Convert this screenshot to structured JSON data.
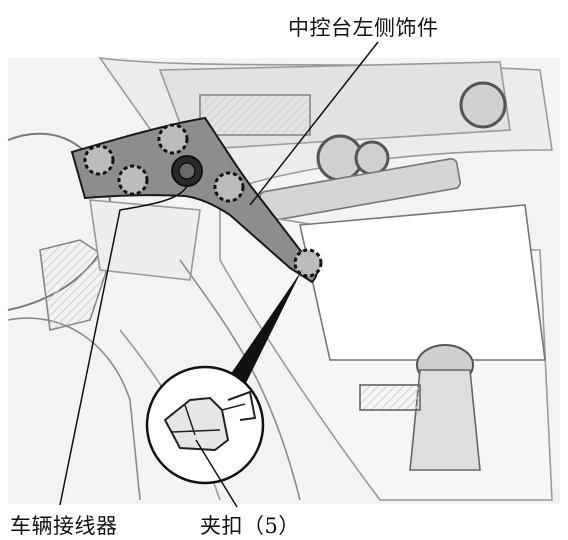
{
  "labels": {
    "center_console_left_trim": "中控台左侧饰件",
    "vehicle_connector": "车辆接线器",
    "clip": "夹扣（5）"
  },
  "colors": {
    "line": "#1a1a1a",
    "trim_fill": "#8d8d8d",
    "clip_fill": "#bcbcbc",
    "background_sketch": "#d9d9d9"
  }
}
